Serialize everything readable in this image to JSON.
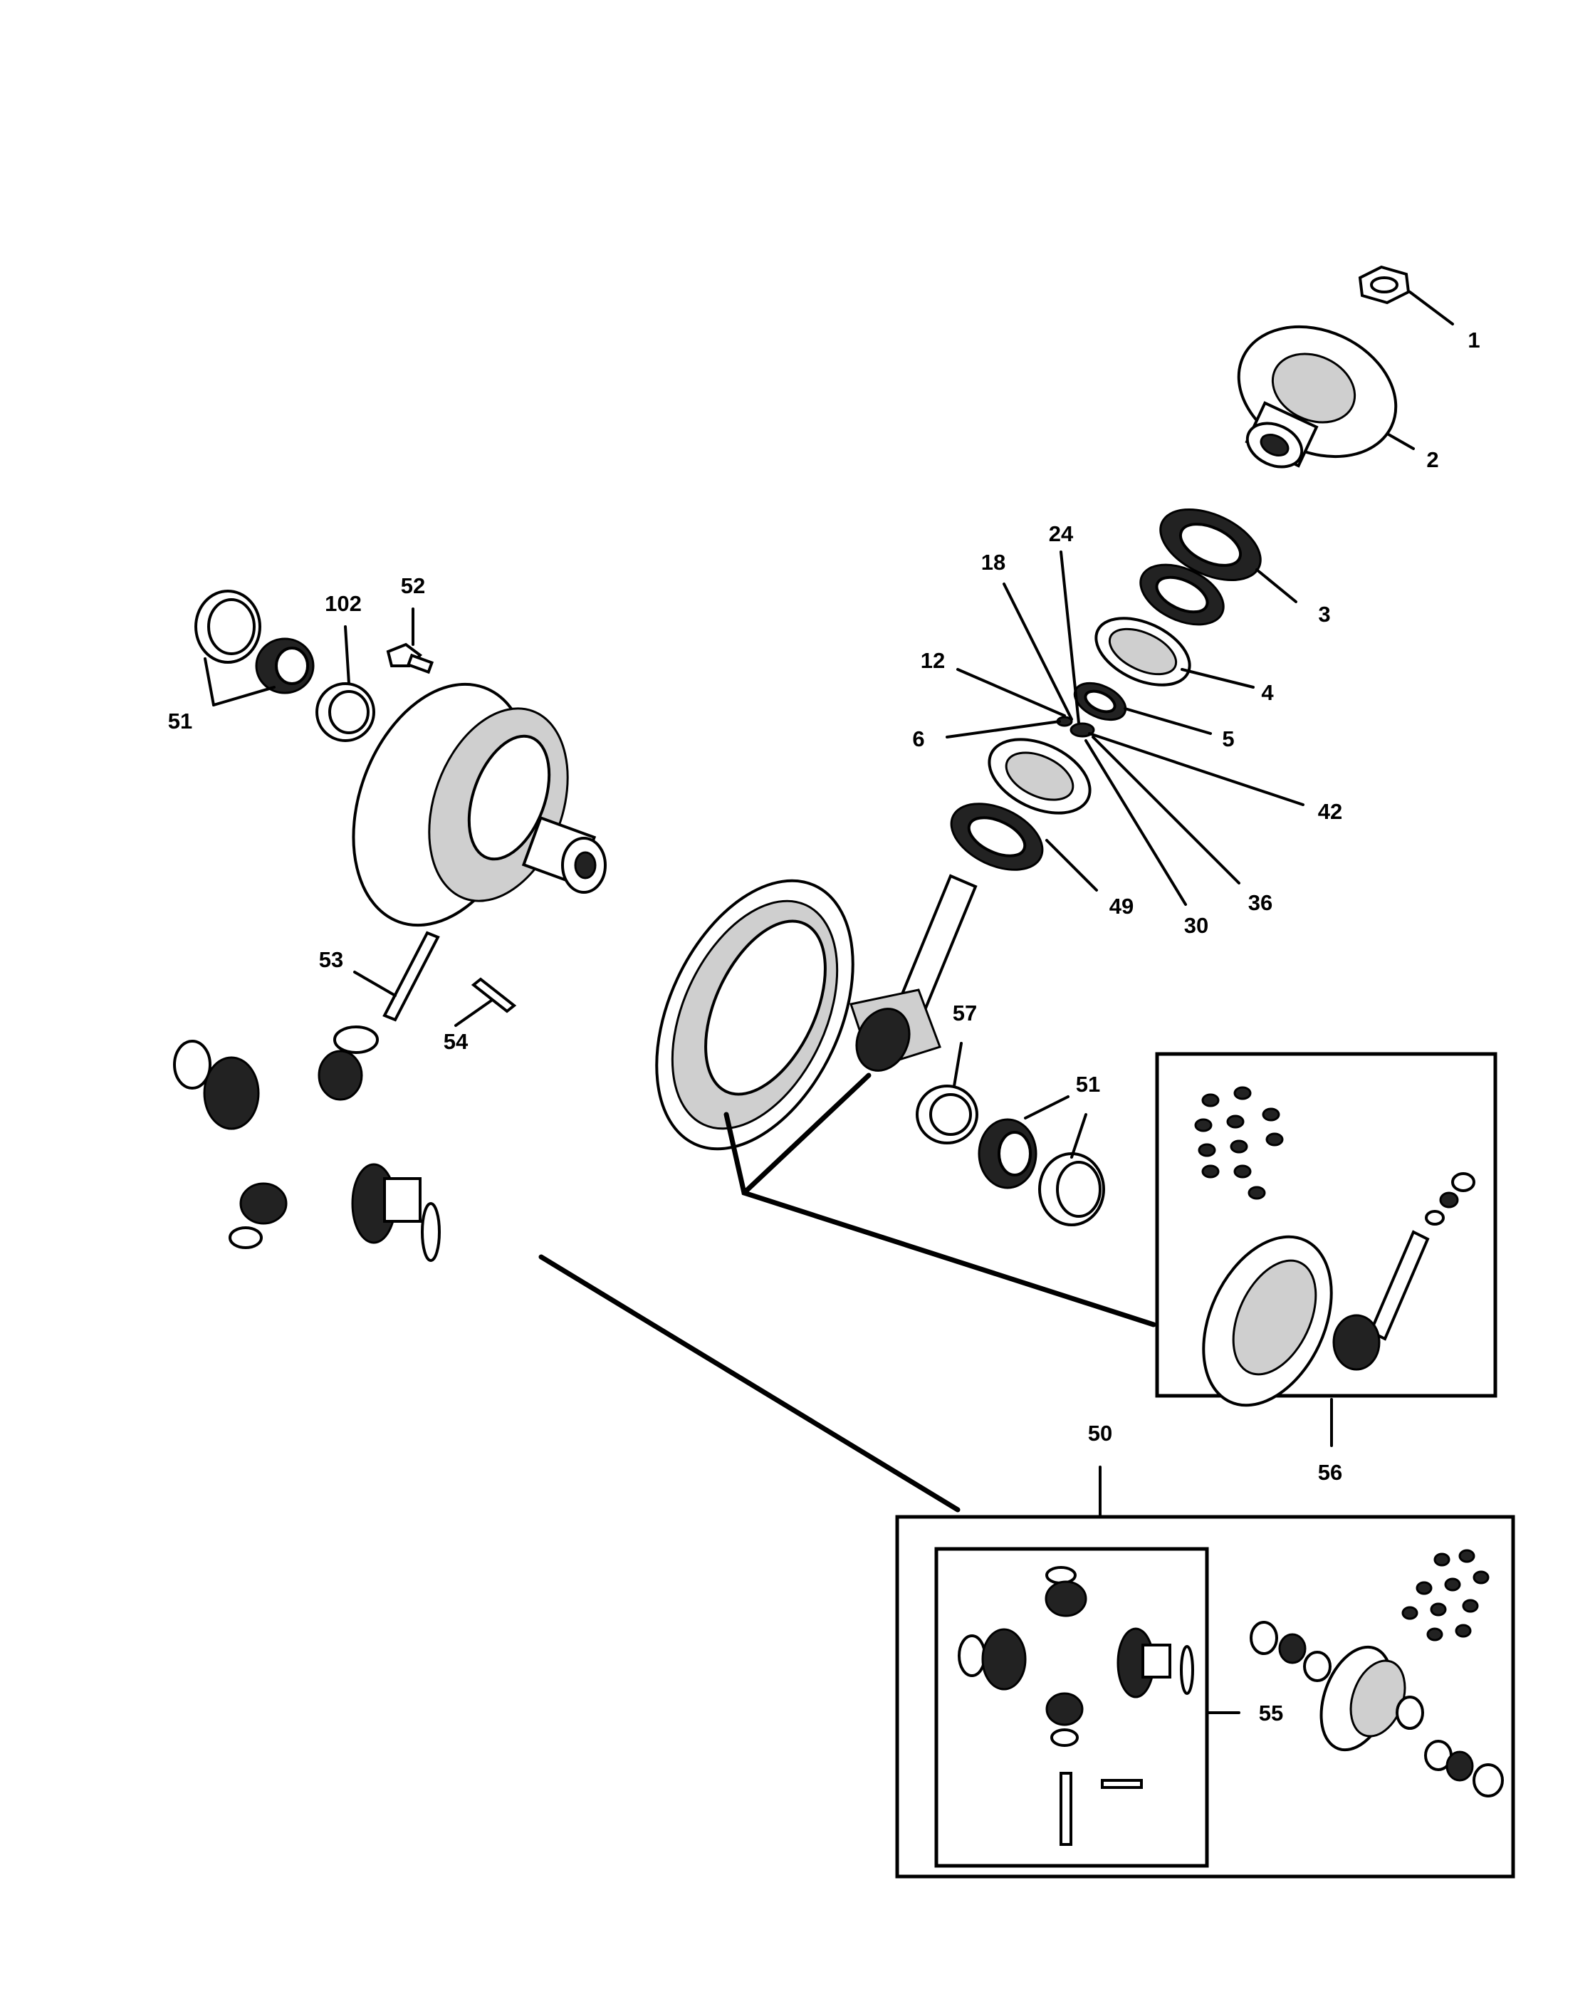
{
  "callouts": [
    {
      "id": "1",
      "text": "1"
    },
    {
      "id": "2",
      "text": "2"
    },
    {
      "id": "3",
      "text": "3"
    },
    {
      "id": "4",
      "text": "4"
    },
    {
      "id": "5",
      "text": "5"
    },
    {
      "id": "6",
      "text": "6"
    },
    {
      "id": "12",
      "text": "12"
    },
    {
      "id": "18",
      "text": "18"
    },
    {
      "id": "24",
      "text": "24"
    },
    {
      "id": "30",
      "text": "30"
    },
    {
      "id": "36",
      "text": "36"
    },
    {
      "id": "42",
      "text": "42"
    },
    {
      "id": "49",
      "text": "49"
    },
    {
      "id": "50",
      "text": "50"
    },
    {
      "id": "51a",
      "text": "51"
    },
    {
      "id": "51b",
      "text": "51"
    },
    {
      "id": "52",
      "text": "52"
    },
    {
      "id": "53",
      "text": "53"
    },
    {
      "id": "54",
      "text": "54"
    },
    {
      "id": "55",
      "text": "55"
    },
    {
      "id": "56",
      "text": "56"
    },
    {
      "id": "57",
      "text": "57"
    },
    {
      "id": "102",
      "text": "102"
    }
  ]
}
